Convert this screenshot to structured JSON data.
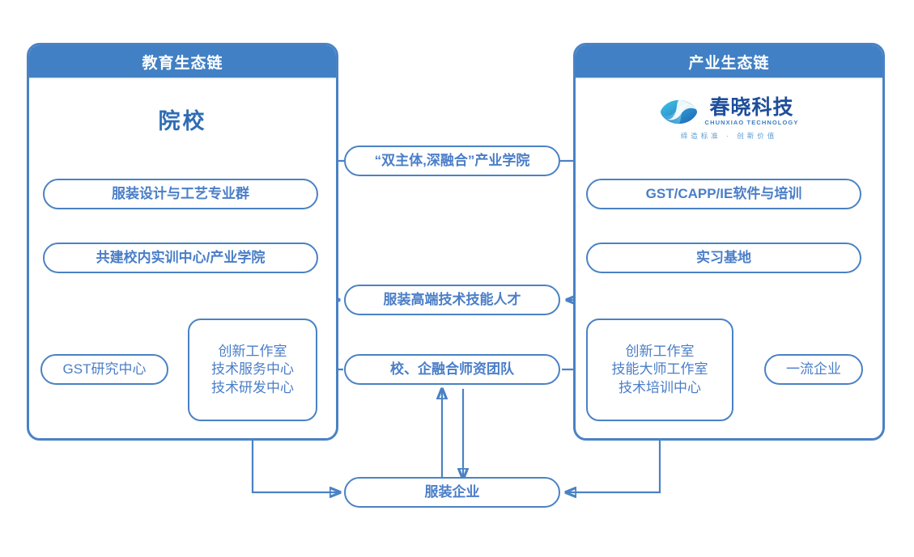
{
  "panels": {
    "left": {
      "header": "教育生态链",
      "title": "院校"
    },
    "right": {
      "header": "产业生态链"
    }
  },
  "logo": {
    "name_cn": "春晓科技",
    "name_en": "CHUNXIAO TECHNOLOGY",
    "slogan": "缔造标准 · 创新价值",
    "mark": "swirl-eye-logo-icon"
  },
  "nodes": {
    "industry_college": "“双主体,深融合”产业学院",
    "left_major": "服装设计与工艺专业群",
    "left_training_center": "共建校内实训中心/产业学院",
    "right_software": "GST/CAPP/IE软件与培训",
    "right_internship": "实习基地",
    "talent": "服装高端技术技能人才",
    "gst_research": "GST研究中心",
    "left_studio": [
      "创新工作室",
      "技术服务中心",
      "技术研发中心"
    ],
    "right_studio": [
      "创新工作室",
      "技能大师工作室",
      "技术培训中心"
    ],
    "teacher_team": "校、企融合师资团队",
    "top_enterprise": "一流企业",
    "garment_enterprise": "服装企业"
  },
  "colors": {
    "header_blue": "#4180C4",
    "border_blue": "#4A82C4",
    "node_text_blue": "#4A7EC8",
    "panel_title_blue": "#2E6DB4",
    "logo_blue": "#1D4E9B",
    "connector_blue": "#4A82C4"
  }
}
